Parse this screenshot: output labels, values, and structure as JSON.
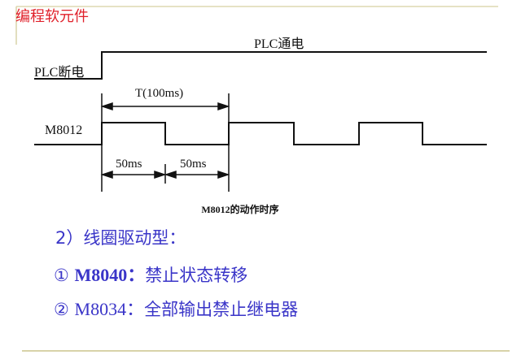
{
  "slide": {
    "title": "编程软元件",
    "caption": "M8012的动作时序",
    "section_heading": "2）线圈驱动型：",
    "items": [
      {
        "marker": "①",
        "code": "M8040：",
        "text": "禁止状态转移"
      },
      {
        "marker": "②",
        "code": "M8034：",
        "text": "全部输出禁止继电器"
      }
    ]
  },
  "diagram": {
    "plc_on_label": "PLC通电",
    "plc_off_label": "PLC断电",
    "signal_label": "M8012",
    "period_label": "T(100ms)",
    "high_label": "50ms",
    "low_label": "50ms",
    "colors": {
      "line": "#111111",
      "accent": "#d8d3a8",
      "title": "#e0202a",
      "text_blue": "#3a35c8"
    }
  }
}
